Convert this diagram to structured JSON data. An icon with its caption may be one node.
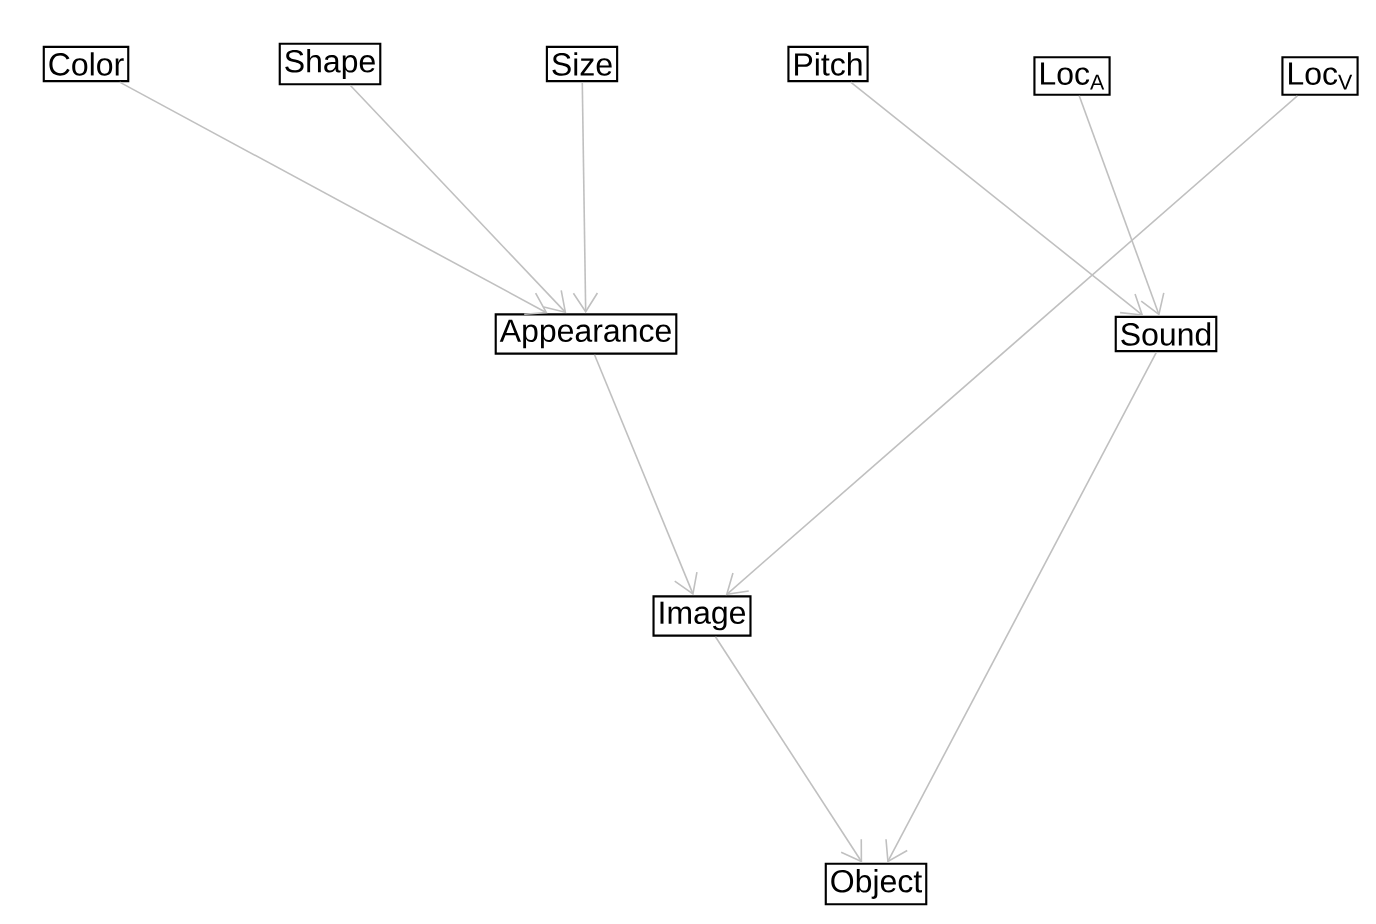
{
  "diagram": {
    "nodes": [
      {
        "text": [
          "Color"
        ]
      },
      {
        "text": [
          "Shape"
        ]
      },
      {
        "text": [
          "Size"
        ]
      },
      {
        "text": [
          "Pitch"
        ]
      },
      {
        "text": [
          "Loc$_{A}$"
        ]
      },
      {
        "text": [
          "Loc$_{V}$"
        ]
      },
      {
        "text": [
          "Appearance"
        ]
      },
      {
        "text": [
          "Sound"
        ]
      },
      {
        "text": [
          "Image"
        ]
      },
      {
        "text": [
          "Object"
        ]
      }
    ],
    "edges": [
      {
        "from": 0,
        "to": 6,
        "arrow": "to"
      },
      {
        "from": 1,
        "to": 6,
        "arrow": "to"
      },
      {
        "from": 2,
        "to": 6,
        "arrow": "to"
      },
      {
        "from": 3,
        "to": 7,
        "arrow": "to"
      },
      {
        "from": 4,
        "to": 7,
        "arrow": "to"
      },
      {
        "from": 5,
        "to": 8,
        "arrow": "to"
      },
      {
        "from": 6,
        "to": 8,
        "arrow": "to"
      },
      {
        "from": 7,
        "to": 9,
        "arrow": "to"
      },
      {
        "from": 8,
        "to": 9,
        "arrow": "to"
      }
    ]
  }
}
